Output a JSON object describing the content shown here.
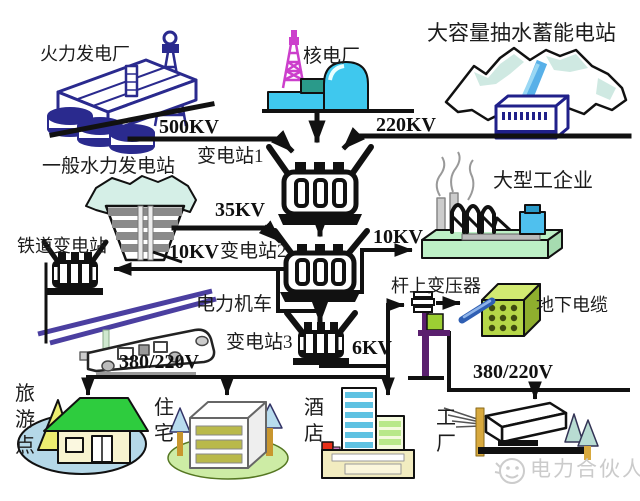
{
  "diagram": {
    "nodes": {
      "thermal_plant": "火力发电厂",
      "nuclear_plant": "核电厂",
      "pumped_storage": "大容量抽水蓄能电站",
      "hydro_station": "一般水力发电站",
      "railway_substation": "铁道变电站",
      "substation1": "变电站1",
      "substation2": "变电站2",
      "substation3": "变电站3",
      "large_industry": "大型工企业",
      "electric_locomotive": "电力机车",
      "pole_transformer": "杆上变压器",
      "underground_cable": "地下电缆",
      "tourist_spot": "旅游点",
      "residence": "住宅",
      "hotel": "酒店",
      "factory": "工厂"
    },
    "voltage_labels": {
      "v500": "500KV",
      "v220": "220KV",
      "v35": "35KV",
      "v10_rail": "10KV",
      "v10_industry": "10KV",
      "v6": "6KV",
      "v380_left": "380/220V",
      "v380_right": "380/220V"
    },
    "connections": [
      {
        "from": "火力发电厂",
        "to": "变电站1",
        "voltage": "500KV"
      },
      {
        "from": "核电厂",
        "to": "变电站1",
        "voltage": ""
      },
      {
        "from": "大容量抽水蓄能电站",
        "to": "变电站1",
        "voltage": "220KV"
      },
      {
        "from": "变电站1",
        "to": "变电站2",
        "voltage": ""
      },
      {
        "from": "一般水力发电站",
        "to": "变电站2",
        "voltage": "35KV"
      },
      {
        "from": "变电站2",
        "to": "铁道变电站",
        "voltage": "10KV"
      },
      {
        "from": "铁道变电站",
        "to": "电力机车",
        "voltage": ""
      },
      {
        "from": "变电站2",
        "to": "大型工企业",
        "voltage": "10KV"
      },
      {
        "from": "变电站2",
        "to": "变电站3",
        "voltage": ""
      },
      {
        "from": "变电站3",
        "to": "杆上变压器",
        "voltage": "6KV"
      },
      {
        "from": "杆上变压器",
        "to": "地下电缆",
        "voltage": ""
      },
      {
        "from": "变电站3",
        "to": "旅游点 / 住宅 / 酒店",
        "voltage": "380/220V"
      },
      {
        "from": "杆上变压器",
        "to": "工厂",
        "voltage": "380/220V"
      }
    ],
    "watermark": "电力合伙人",
    "colors": {
      "line": "#111111",
      "navy": "#2a2a8e",
      "cyan": "#3fc8ee",
      "magenta": "#cc3fcc",
      "teal": "#2a9a8a",
      "industry_green": "#bdf0c6",
      "pole_purple": "#5a1f6e",
      "transformer_box_green": "#9ccf33",
      "cable_green": "#b6d748",
      "catenary_blue": "#4b3fa0",
      "dam_gray": "#8a8a8a",
      "watermark_gray": "#cbcbcb"
    }
  }
}
